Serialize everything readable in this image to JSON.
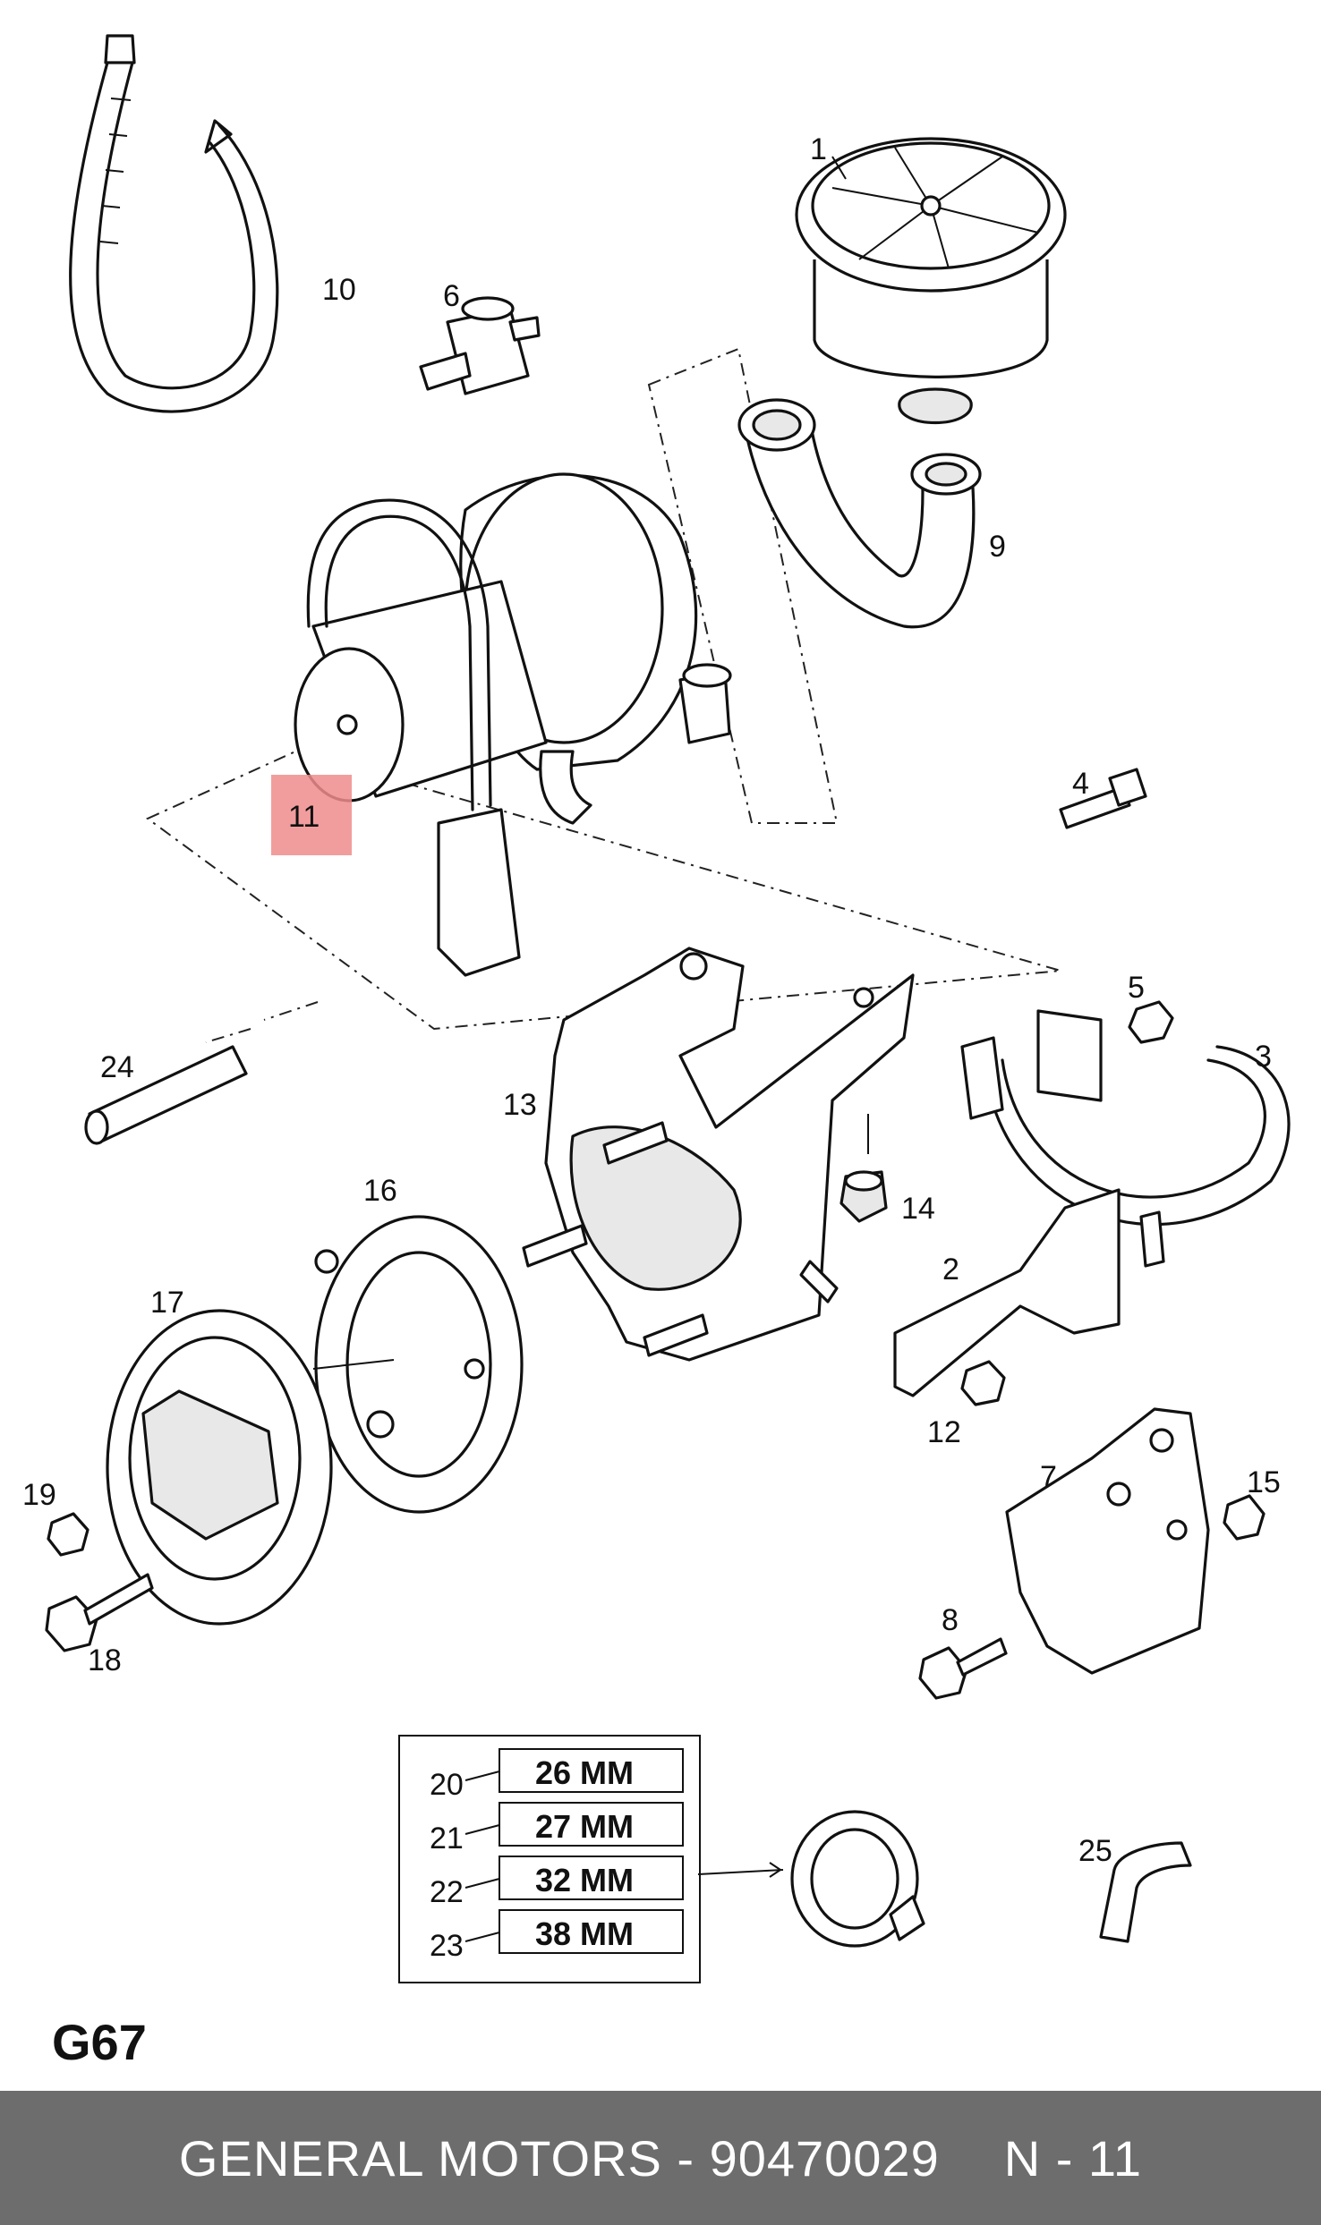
{
  "callouts": {
    "c1": "1",
    "c2": "2",
    "c3": "3",
    "c4": "4",
    "c5": "5",
    "c6": "6",
    "c7": "7",
    "c8": "8",
    "c9": "9",
    "c10": "10",
    "c11": "11",
    "c12": "12",
    "c13": "13",
    "c14": "14",
    "c15": "15",
    "c16": "16",
    "c17": "17",
    "c18": "18",
    "c19": "19",
    "c24": "24",
    "c25": "25"
  },
  "highlight_color": "#f08c8c",
  "size_table": {
    "rows": [
      {
        "ref": "20",
        "size": "26 MM"
      },
      {
        "ref": "21",
        "size": "27 MM"
      },
      {
        "ref": "22",
        "size": "32 MM"
      },
      {
        "ref": "23",
        "size": "38 MM"
      }
    ]
  },
  "page_code": "G67",
  "footer": {
    "brand": "GENERAL MOTORS",
    "separator": " - ",
    "part_number": "90470029",
    "page_ref": "N - 11",
    "background": "#6d6d6d"
  }
}
